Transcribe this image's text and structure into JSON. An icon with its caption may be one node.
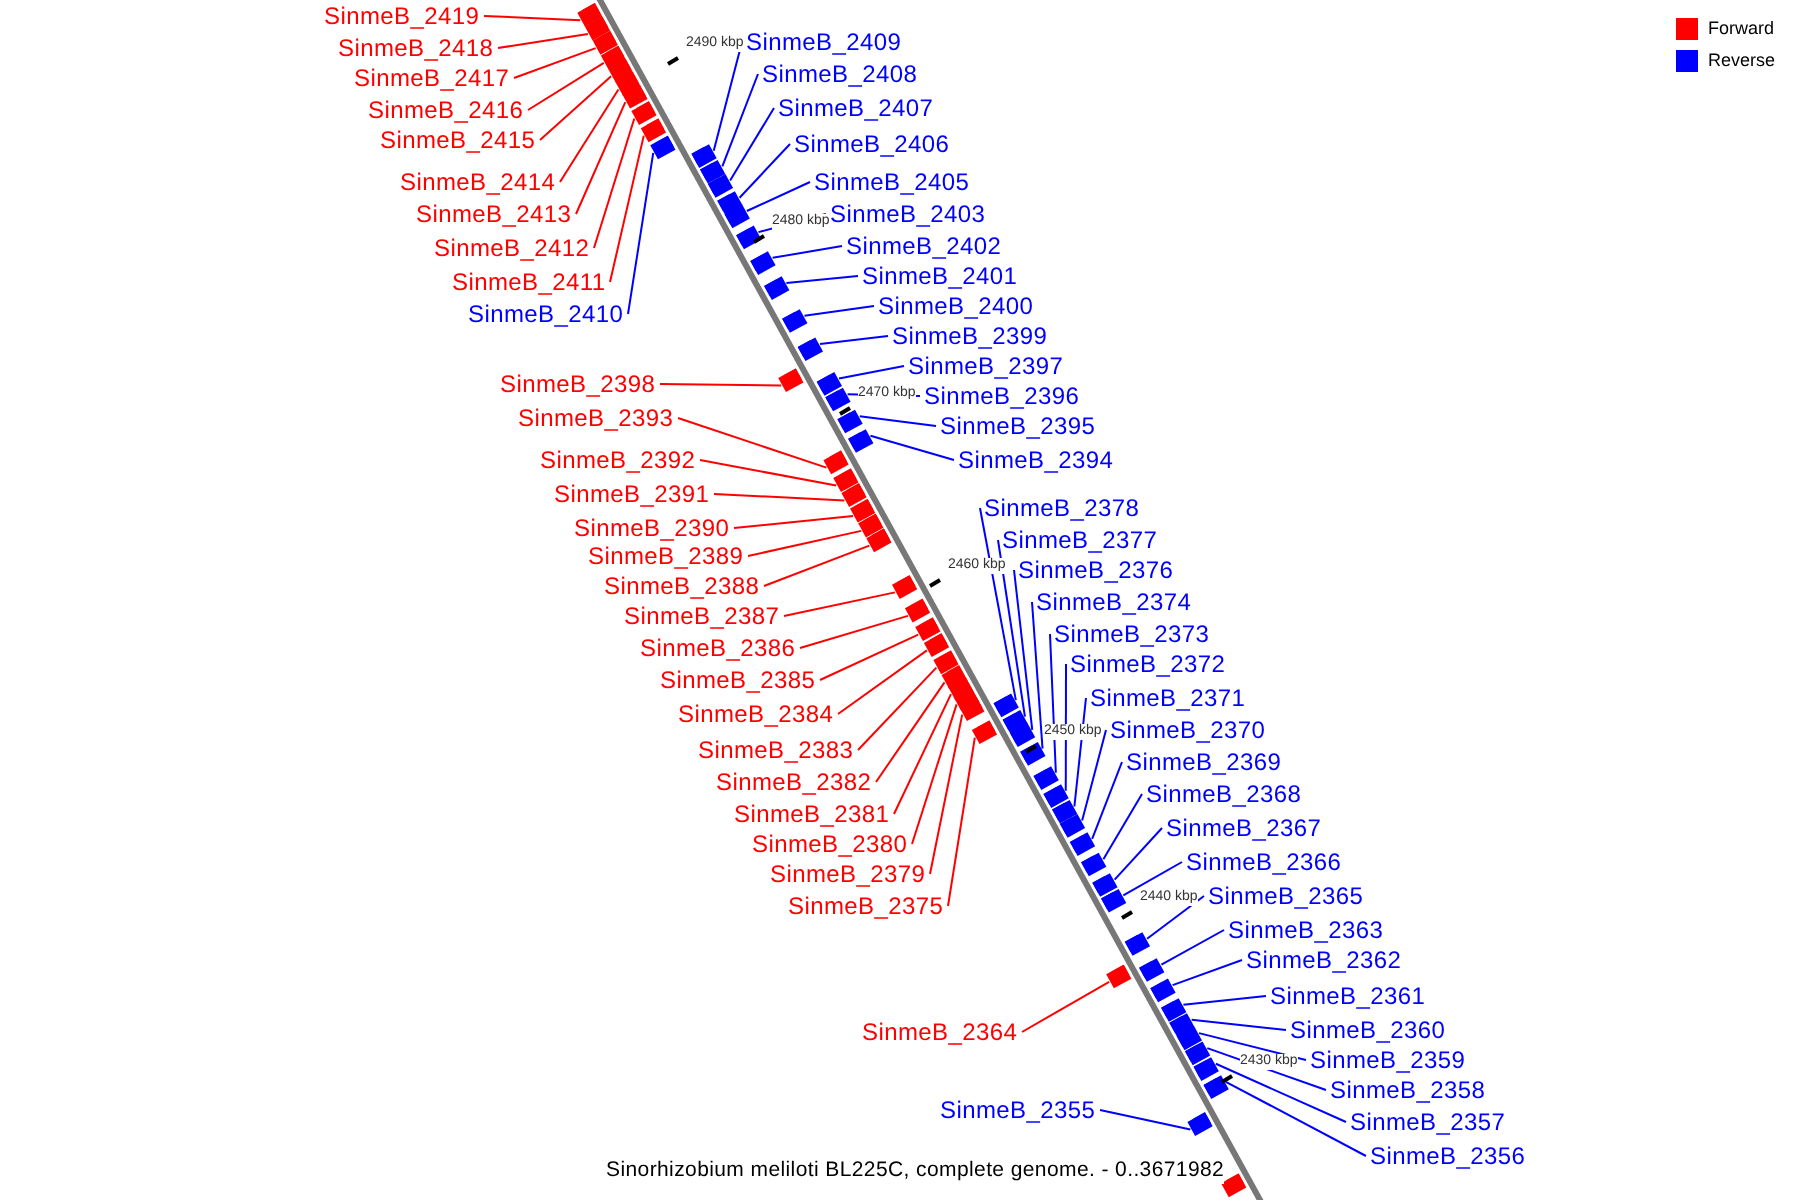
{
  "diagram": {
    "caption": "Sinorhizobium meliloti BL225C, complete genome. - 0..3671982",
    "nodes": [
      {
        "text": [
          "SinmeB_2419"
        ]
      },
      {
        "text": [
          "SinmeB_2418"
        ]
      },
      {
        "text": [
          "SinmeB_2417"
        ]
      },
      {
        "text": [
          "SinmeB_2416"
        ]
      },
      {
        "text": [
          "SinmeB_2415"
        ]
      },
      {
        "text": [
          "SinmeB_2414"
        ]
      },
      {
        "text": [
          "SinmeB_2413"
        ]
      },
      {
        "text": [
          "SinmeB_2412"
        ]
      },
      {
        "text": [
          "SinmeB_2411"
        ]
      },
      {
        "text": [
          "SinmeB_2410"
        ]
      },
      {
        "text": [
          "SinmeB_2398"
        ]
      },
      {
        "text": [
          "SinmeB_2393"
        ]
      },
      {
        "text": [
          "SinmeB_2392"
        ]
      },
      {
        "text": [
          "SinmeB_2391"
        ]
      },
      {
        "text": [
          "SinmeB_2390"
        ]
      },
      {
        "text": [
          "SinmeB_2389"
        ]
      },
      {
        "text": [
          "SinmeB_2388"
        ]
      },
      {
        "text": [
          "SinmeB_2387"
        ]
      },
      {
        "text": [
          "SinmeB_2386"
        ]
      },
      {
        "text": [
          "SinmeB_2385"
        ]
      },
      {
        "text": [
          "SinmeB_2384"
        ]
      },
      {
        "text": [
          "SinmeB_2383"
        ]
      },
      {
        "text": [
          "SinmeB_2382"
        ]
      },
      {
        "text": [
          "SinmeB_2381"
        ]
      },
      {
        "text": [
          "SinmeB_2380"
        ]
      },
      {
        "text": [
          "SinmeB_2379"
        ]
      },
      {
        "text": [
          "SinmeB_2375"
        ]
      },
      {
        "text": [
          "SinmeB_2364"
        ]
      },
      {
        "text": [
          "SinmeB_2409"
        ]
      },
      {
        "text": [
          "SinmeB_2408"
        ]
      },
      {
        "text": [
          "SinmeB_2407"
        ]
      },
      {
        "text": [
          "SinmeB_2406"
        ]
      },
      {
        "text": [
          "SinmeB_2405"
        ]
      },
      {
        "text": [
          "SinmeB_2403"
        ]
      },
      {
        "text": [
          "SinmeB_2402"
        ]
      },
      {
        "text": [
          "SinmeB_2401"
        ]
      },
      {
        "text": [
          "SinmeB_2400"
        ]
      },
      {
        "text": [
          "SinmeB_2399"
        ]
      },
      {
        "text": [
          "SinmeB_2397"
        ]
      },
      {
        "text": [
          "SinmeB_2396"
        ]
      },
      {
        "text": [
          "SinmeB_2395"
        ]
      },
      {
        "text": [
          "SinmeB_2394"
        ]
      },
      {
        "text": [
          "SinmeB_2378"
        ]
      },
      {
        "text": [
          "SinmeB_2377"
        ]
      },
      {
        "text": [
          "SinmeB_2376"
        ]
      },
      {
        "text": [
          "SinmeB_2374"
        ]
      },
      {
        "text": [
          "SinmeB_2373"
        ]
      },
      {
        "text": [
          "SinmeB_2372"
        ]
      },
      {
        "text": [
          "SinmeB_2371"
        ]
      },
      {
        "text": [
          "SinmeB_2370"
        ]
      },
      {
        "text": [
          "SinmeB_2369"
        ]
      },
      {
        "text": [
          "SinmeB_2368"
        ]
      },
      {
        "text": [
          "SinmeB_2367"
        ]
      },
      {
        "text": [
          "SinmeB_2366"
        ]
      },
      {
        "text": [
          "SinmeB_2365"
        ]
      },
      {
        "text": [
          "SinmeB_2363"
        ]
      },
      {
        "text": [
          "SinmeB_2362"
        ]
      },
      {
        "text": [
          "SinmeB_2361"
        ]
      },
      {
        "text": [
          "SinmeB_2360"
        ]
      },
      {
        "text": [
          "SinmeB_2359"
        ]
      },
      {
        "text": [
          "SinmeB_2358"
        ]
      },
      {
        "text": [
          "SinmeB_2357"
        ]
      },
      {
        "text": [
          "SinmeB_2356"
        ]
      },
      {
        "text": [
          "SinmeB_2355"
        ]
      },
      {
        "text": [],
        "shape": "bar"
      },
      {
        "text": [],
        "shape": "bar"
      },
      {
        "text": [],
        "shape": "bar"
      },
      {
        "text": [],
        "shape": "bar"
      },
      {
        "text": [],
        "shape": "bar"
      },
      {
        "text": [],
        "shape": "bar"
      },
      {
        "text": [],
        "shape": "bar"
      },
      {
        "text": [],
        "shape": "bar"
      },
      {
        "text": [],
        "shape": "bar"
      },
      {
        "text": [],
        "shape": "bar"
      },
      {
        "text": [],
        "shape": "bar"
      },
      {
        "text": [],
        "shape": "bar"
      },
      {
        "text": [],
        "shape": "bar"
      },
      {
        "text": [],
        "shape": "bar"
      },
      {
        "text": [],
        "shape": "bar"
      },
      {
        "text": [],
        "shape": "bar"
      },
      {
        "text": [],
        "shape": "bar"
      },
      {
        "text": [],
        "shape": "bar"
      },
      {
        "text": [],
        "shape": "bar"
      },
      {
        "text": [],
        "shape": "bar"
      },
      {
        "text": [],
        "shape": "bar"
      },
      {
        "text": [],
        "shape": "bar"
      },
      {
        "text": [],
        "shape": "bar"
      },
      {
        "text": [],
        "shape": "bar"
      },
      {
        "text": [],
        "shape": "bar"
      },
      {
        "text": [],
        "shape": "bar"
      },
      {
        "text": [],
        "shape": "bar"
      },
      {
        "text": [],
        "shape": "bar"
      },
      {
        "text": [],
        "shape": "bar"
      },
      {
        "text": [],
        "shape": "bar"
      },
      {
        "text": [],
        "shape": "bar"
      },
      {
        "text": [],
        "shape": "bar"
      },
      {
        "text": [],
        "shape": "bar"
      },
      {
        "text": [],
        "shape": "bar"
      },
      {
        "text": [],
        "shape": "bar"
      },
      {
        "text": [],
        "shape": "bar"
      },
      {
        "text": [],
        "shape": "bar"
      },
      {
        "text": [],
        "shape": "bar"
      },
      {
        "text": [],
        "shape": "bar"
      },
      {
        "text": [],
        "shape": "bar"
      },
      {
        "text": [],
        "shape": "bar"
      },
      {
        "text": [],
        "shape": "bar"
      },
      {
        "text": [],
        "shape": "bar"
      },
      {
        "text": [],
        "shape": "bar"
      },
      {
        "text": [],
        "shape": "bar"
      },
      {
        "text": [],
        "shape": "bar"
      },
      {
        "text": [],
        "shape": "bar"
      },
      {
        "text": [],
        "shape": "bar"
      },
      {
        "text": [],
        "shape": "bar"
      },
      {
        "text": [],
        "shape": "bar"
      },
      {
        "text": [],
        "shape": "bar"
      },
      {
        "text": [],
        "shape": "bar"
      },
      {
        "text": [],
        "shape": "bar"
      },
      {
        "text": [],
        "shape": "bar"
      },
      {
        "text": [],
        "shape": "bar"
      },
      {
        "text": [],
        "shape": "bar"
      },
      {
        "text": [],
        "shape": "bar"
      },
      {
        "text": [],
        "shape": "bar"
      },
      {
        "text": [],
        "shape": "bar"
      },
      {
        "text": [],
        "shape": "bar"
      },
      {
        "text": [],
        "shape": "bar"
      },
      {
        "text": [],
        "shape": "bar"
      },
      {
        "text": [],
        "shape": "bar"
      },
      {
        "text": [],
        "shape": "bar"
      },
      {
        "text": [],
        "shape": "bar"
      }
    ],
    "edges": [
      {
        "from": 0,
        "to": 64,
        "arrow": "none",
        "color": "#ff0000"
      },
      {
        "from": 1,
        "to": 65,
        "arrow": "none",
        "color": "#ff0000"
      },
      {
        "from": 2,
        "to": 66,
        "arrow": "none",
        "color": "#ff0000"
      },
      {
        "from": 3,
        "to": 67,
        "arrow": "none",
        "color": "#ff0000"
      },
      {
        "from": 4,
        "to": 68,
        "arrow": "none",
        "color": "#ff0000"
      },
      {
        "from": 5,
        "to": 69,
        "arrow": "none",
        "color": "#ff0000"
      },
      {
        "from": 6,
        "to": 70,
        "arrow": "none",
        "color": "#ff0000"
      },
      {
        "from": 7,
        "to": 71,
        "arrow": "none",
        "color": "#ff0000"
      },
      {
        "from": 8,
        "to": 73,
        "arrow": "none",
        "color": "#ff0000"
      },
      {
        "from": 9,
        "to": 75,
        "arrow": "none"
      },
      {
        "from": 10,
        "to": 86,
        "arrow": "none",
        "color": "#ff0000"
      },
      {
        "from": 11,
        "to": 89,
        "arrow": "none",
        "color": "#ff0000"
      },
      {
        "from": 12,
        "to": 90,
        "arrow": "none",
        "color": "#ff0000"
      },
      {
        "from": 13,
        "to": 91,
        "arrow": "none",
        "color": "#ff0000"
      },
      {
        "from": 14,
        "to": 92,
        "arrow": "none",
        "color": "#ff0000"
      },
      {
        "from": 15,
        "to": 93,
        "arrow": "none",
        "color": "#ff0000"
      },
      {
        "from": 16,
        "to": 94,
        "arrow": "none",
        "color": "#ff0000"
      },
      {
        "from": 17,
        "to": 95,
        "arrow": "none",
        "color": "#ff0000"
      },
      {
        "from": 18,
        "to": 96,
        "arrow": "none",
        "color": "#ff0000"
      },
      {
        "from": 19,
        "to": 97,
        "arrow": "none",
        "color": "#ff0000"
      },
      {
        "from": 20,
        "to": 98,
        "arrow": "none",
        "color": "#ff0000"
      },
      {
        "from": 21,
        "to": 99,
        "arrow": "none",
        "color": "#ff0000"
      },
      {
        "from": 22,
        "to": 101,
        "arrow": "none",
        "color": "#ff0000"
      },
      {
        "from": 23,
        "to": 103,
        "arrow": "none",
        "color": "#ff0000"
      },
      {
        "from": 24,
        "to": 104,
        "arrow": "none",
        "color": "#ff0000"
      },
      {
        "from": 25,
        "to": 106,
        "arrow": "none",
        "color": "#ff0000"
      },
      {
        "from": 26,
        "to": 108,
        "arrow": "none",
        "color": "#ff0000"
      },
      {
        "from": 27,
        "to": 120,
        "arrow": "none",
        "color": "#ff0000"
      },
      {
        "from": 28,
        "to": 72,
        "arrow": "none"
      },
      {
        "from": 29,
        "to": 74,
        "arrow": "none"
      },
      {
        "from": 30,
        "to": 76,
        "arrow": "none"
      },
      {
        "from": 31,
        "to": 77,
        "arrow": "none"
      },
      {
        "from": 32,
        "to": 78,
        "arrow": "none"
      },
      {
        "from": 33,
        "to": 79,
        "arrow": "none"
      },
      {
        "from": 34,
        "to": 80,
        "arrow": "none"
      },
      {
        "from": 35,
        "to": 81,
        "arrow": "none"
      },
      {
        "from": 36,
        "to": 82,
        "arrow": "none"
      },
      {
        "from": 37,
        "to": 83,
        "arrow": "none"
      },
      {
        "from": 38,
        "to": 84,
        "arrow": "none"
      },
      {
        "from": 39,
        "to": 85,
        "arrow": "none"
      },
      {
        "from": 40,
        "to": 87,
        "arrow": "none"
      },
      {
        "from": 41,
        "to": 88,
        "arrow": "none"
      },
      {
        "from": 42,
        "to": 100,
        "arrow": "none"
      },
      {
        "from": 43,
        "to": 102,
        "arrow": "none"
      },
      {
        "from": 44,
        "to": 105,
        "arrow": "none"
      },
      {
        "from": 45,
        "to": 107,
        "arrow": "none"
      },
      {
        "from": 46,
        "to": 109,
        "arrow": "none"
      },
      {
        "from": 47,
        "to": 110,
        "arrow": "none"
      },
      {
        "from": 48,
        "to": 111,
        "arrow": "none"
      },
      {
        "from": 49,
        "to": 112,
        "arrow": "none"
      },
      {
        "from": 50,
        "to": 113,
        "arrow": "none"
      },
      {
        "from": 51,
        "to": 114,
        "arrow": "none"
      },
      {
        "from": 52,
        "to": 115,
        "arrow": "none"
      },
      {
        "from": 53,
        "to": 116,
        "arrow": "none"
      },
      {
        "from": 54,
        "to": 117,
        "arrow": "none"
      },
      {
        "from": 55,
        "to": 118,
        "arrow": "none"
      },
      {
        "from": 56,
        "to": 119,
        "arrow": "none"
      },
      {
        "from": 57,
        "to": 121,
        "arrow": "none"
      },
      {
        "from": 58,
        "to": 122,
        "arrow": "none"
      },
      {
        "from": 59,
        "to": 123,
        "arrow": "none"
      },
      {
        "from": 60,
        "to": 124,
        "arrow": "none"
      },
      {
        "from": 61,
        "to": 125,
        "arrow": "none"
      },
      {
        "from": 62,
        "to": 126,
        "arrow": "none"
      },
      {
        "from": 63,
        "to": 127,
        "arrow": "none"
      }
    ],
    "labels": [
      "2490 kbp",
      "2480 kbp",
      "2470 kbp",
      "2460 kbp",
      "2450 kbp",
      "2440 kbp",
      "2430 kbp"
    ],
    "legend": [
      {
        "text": "Forward",
        "color": "#ff0000"
      },
      {
        "text": "Reverse",
        "color": "#0000ff"
      }
    ]
  }
}
